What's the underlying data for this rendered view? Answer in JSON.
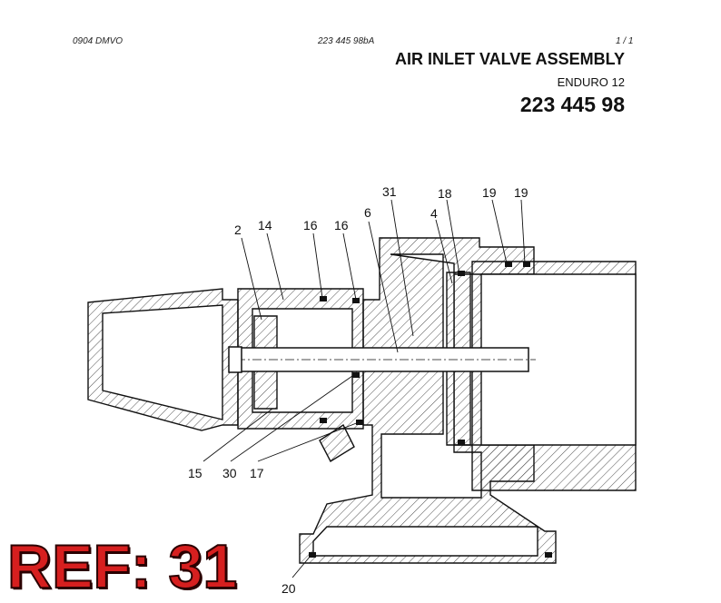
{
  "header": {
    "doc_code": "0904 DMVO",
    "doc_ref": "223 445 98bA",
    "page": "1 /  1",
    "title": "AIR INLET VALVE ASSEMBLY",
    "subtitle": "ENDURO 12",
    "part_number": "223 445 98"
  },
  "callouts": [
    "2",
    "14",
    "16",
    "16",
    "6",
    "31",
    "18",
    "4",
    "19",
    "19",
    "15",
    "30",
    "17",
    "20"
  ],
  "ref_stamp": "REF: 31",
  "colors": {
    "stamp": "#d61f1f",
    "line": "#111111"
  }
}
